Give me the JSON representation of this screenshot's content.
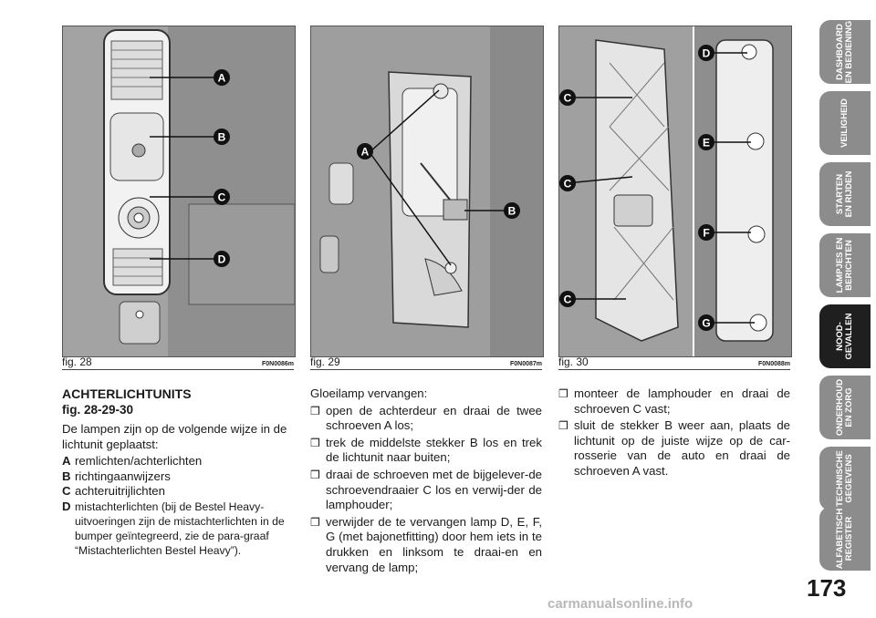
{
  "figures": [
    {
      "num": "fig. 28",
      "code": "F0N0086m",
      "callouts": [
        "A",
        "B",
        "C",
        "D"
      ]
    },
    {
      "num": "fig. 29",
      "code": "F0N0087m",
      "callouts": [
        "A",
        "B"
      ]
    },
    {
      "num": "fig. 30",
      "code": "F0N0088m",
      "callouts": [
        "D",
        "C",
        "E",
        "C",
        "F",
        "C",
        "G"
      ]
    }
  ],
  "col1": {
    "heading": "ACHTERLICHTUNITS",
    "subhead": "fig. 28-29-30",
    "intro": "De lampen zijn op de volgende wijze in de lichtunit geplaatst:",
    "legend": [
      {
        "key": "A",
        "text": "remlichten/achterlichten"
      },
      {
        "key": "B",
        "text": "richtingaanwijzers"
      },
      {
        "key": "C",
        "text": "achteruitrijlichten"
      },
      {
        "key": "D",
        "text": "mistachterlichten (bij de Bestel Heavy-uitvoeringen zijn de mistachterlichten in de bumper geïntegreerd, zie de para-graaf “Mistachterlichten Bestel Heavy”)."
      }
    ]
  },
  "col2": {
    "intro": "Gloeilamp vervangen:",
    "bullets": [
      "open de achterdeur en draai de twee schroeven A los;",
      "trek de middelste stekker B los en trek de lichtunit naar buiten;",
      "draai de schroeven met de bijgelever-de schroevendraaier C los en verwij-der de lamphouder;",
      "verwijder de te vervangen lamp D, E, F, G (met bajonetfitting) door hem iets in te drukken en linksom te draai-en en vervang de lamp;"
    ]
  },
  "col3": {
    "bullets": [
      "monteer de lamphouder en draai de schroeven C vast;",
      "sluit de stekker B weer aan, plaats de lichtunit op de juiste wijze op de car-rosserie van de auto en draai de schroeven A vast."
    ]
  },
  "bullet_glyph": "❒",
  "sidebar_tabs": [
    {
      "label": "DASHBOARD\nEN BEDIENING",
      "active": false
    },
    {
      "label": "VEILIGHEID",
      "active": false
    },
    {
      "label": "STARTEN\nEN RIJDEN",
      "active": false
    },
    {
      "label": "LAMPJES EN\nBERICHTEN",
      "active": false
    },
    {
      "label": "NOOD-\nGEVALLEN",
      "active": true
    },
    {
      "label": "ONDERHOUD\nEN ZORG",
      "active": false
    },
    {
      "label": "TECHNISCHE\nGEGEVENS",
      "active": false
    },
    {
      "label": "ALFABETISCH\nREGISTER",
      "active": false
    }
  ],
  "page_number": "173",
  "watermark": "carmanualsonline.info"
}
